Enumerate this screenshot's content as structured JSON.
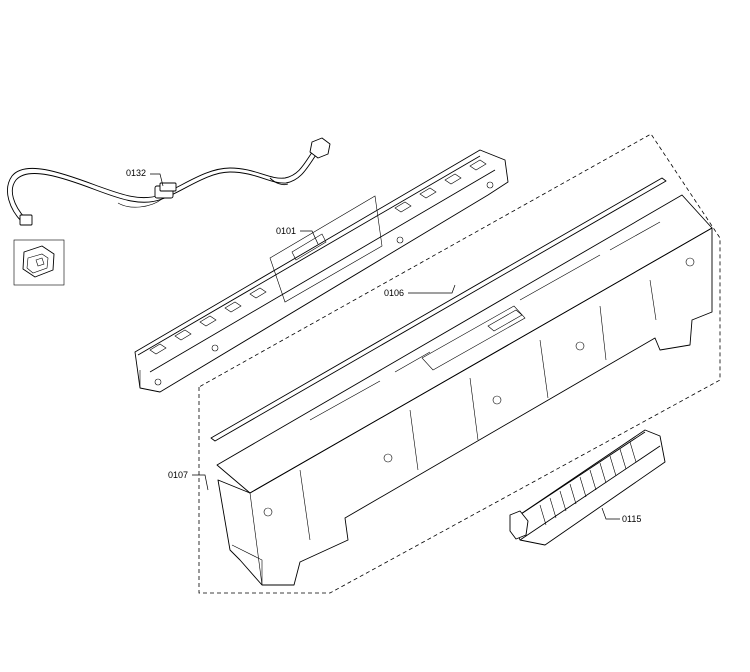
{
  "diagram": {
    "labels": {
      "wiring_harness": "0132",
      "control_module": "0101",
      "seal_strip": "0106",
      "control_panel": "0107",
      "handle": "0115"
    }
  }
}
